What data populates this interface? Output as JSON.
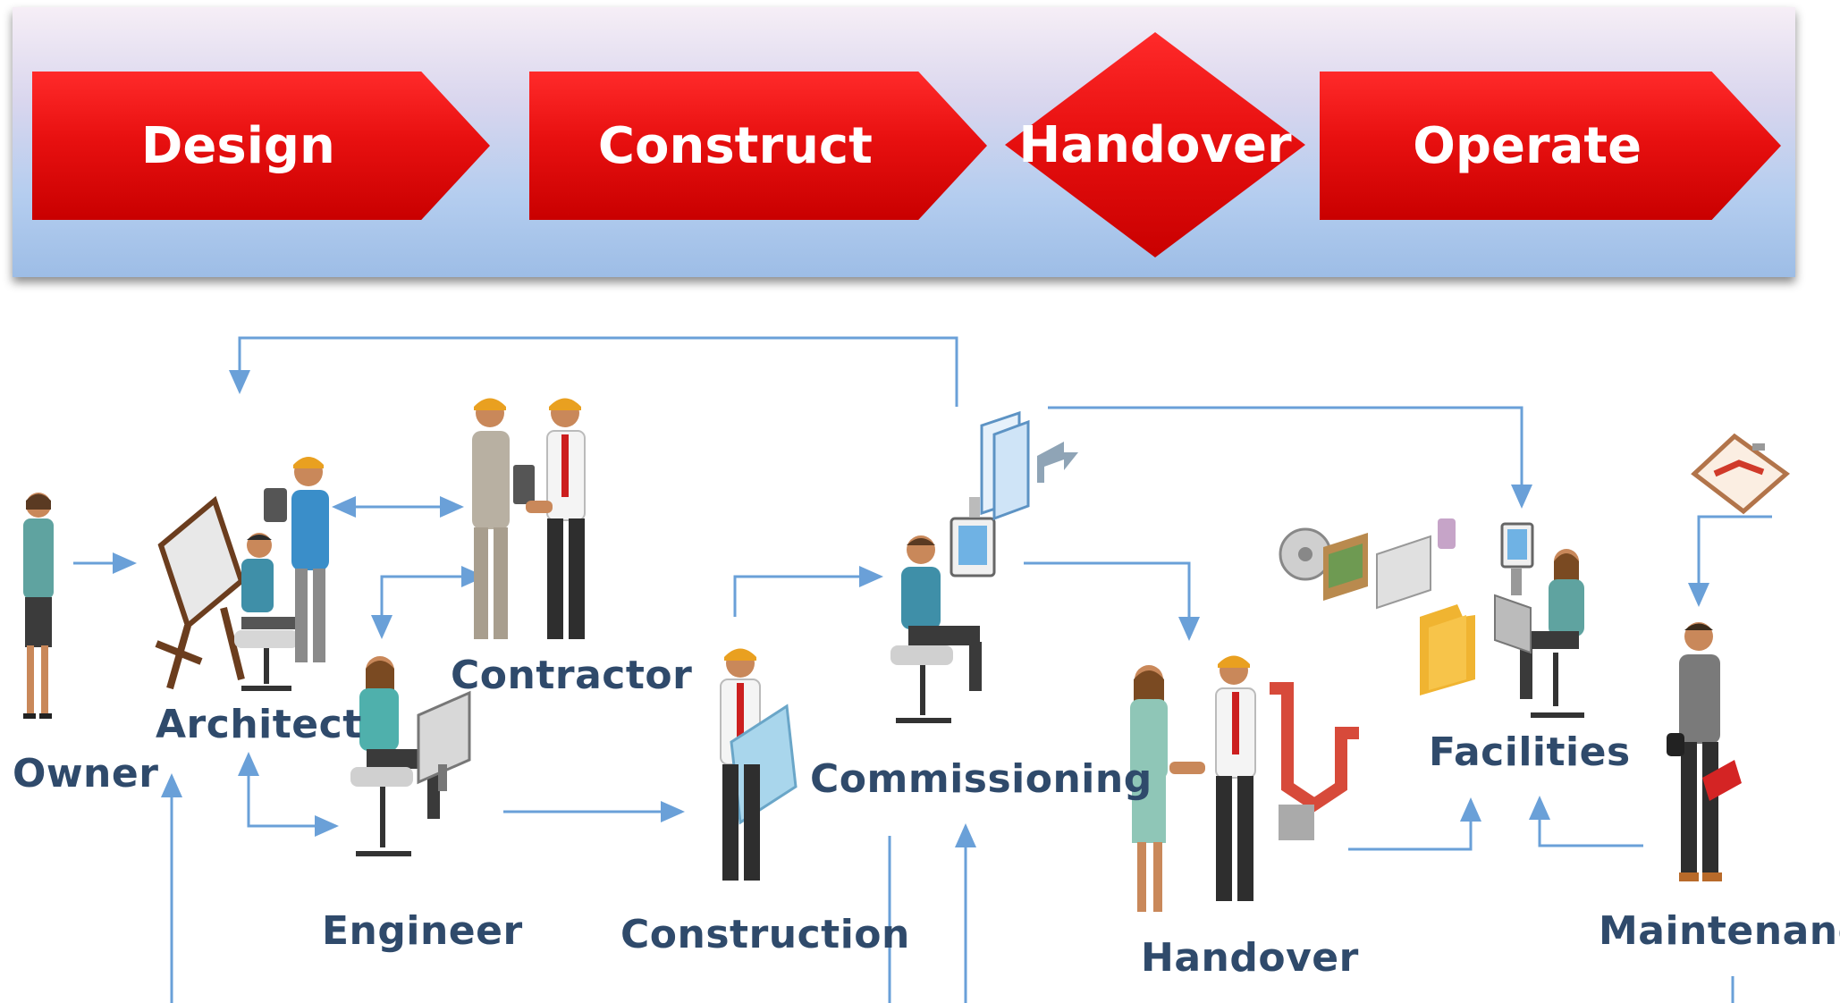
{
  "stages": {
    "design": "Design",
    "construct": "Construct",
    "handover": "Handover",
    "operate": "Operate"
  },
  "roles": {
    "owner": "Owner",
    "architect": "Architect",
    "contractor": "Contractor",
    "engineer": "Engineer",
    "construction": "Construction",
    "commissioning": "Commissioning",
    "handover": "Handover",
    "facilities": "Facilities",
    "maintenance": "Maintenanc"
  },
  "colors": {
    "stage_red": "#e81010",
    "label_text": "#2f4a6b",
    "arrow_blue": "#6aa0d8"
  },
  "icons": [
    "owner-person-icon",
    "architect-drafting-icon",
    "contractor-handshake-icon",
    "engineer-computer-icon",
    "construction-plan-icon",
    "commissioning-computer-icon",
    "documents-icon",
    "handover-handshake-icon",
    "facilities-computer-icon",
    "facilities-assets-icon",
    "maintenance-worker-icon",
    "work-order-clipboard-icon"
  ]
}
